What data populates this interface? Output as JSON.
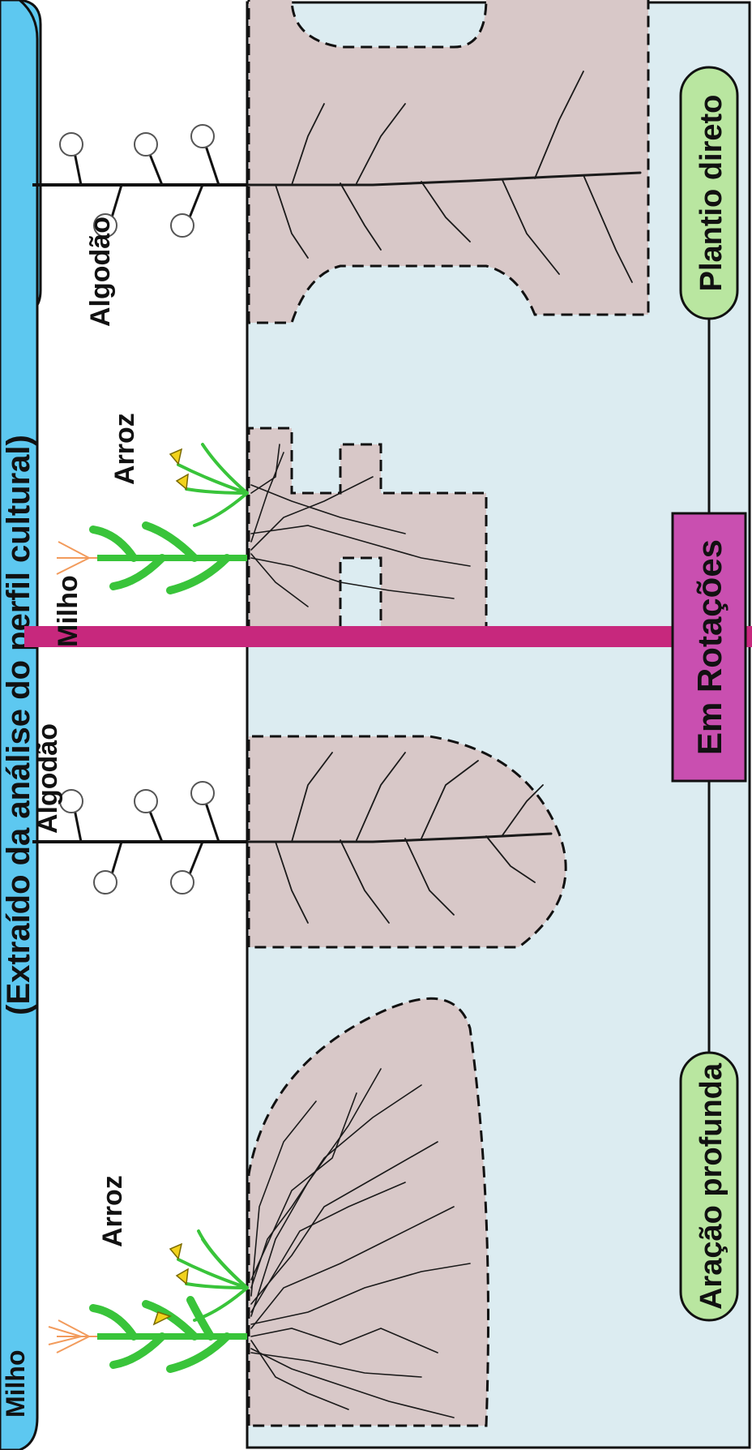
{
  "header_text": "(Extraído da análise do perfil cultural)",
  "plants": {
    "milho_left": "Milho",
    "arroz_left": "Arroz",
    "algodao_left": "Algodão",
    "milho_right": "Milho",
    "arroz_right": "Arroz",
    "algodao_right": "Algodão"
  },
  "labels": {
    "aracao": "Aração profunda",
    "rotacoes": "Em Rotações",
    "plantio": "Plantio direto"
  },
  "colors": {
    "soil": "#dcecf1",
    "root_zone": "#d8c8c8",
    "header_bubble": "#5dc8f0",
    "pill_green": "#b9e6a0",
    "pill_magenta": "#c94fb0",
    "divider": "#c7287d",
    "leaf_green": "#39c43a",
    "tassel": "#f29b5c",
    "grain": "#f2d21c"
  }
}
